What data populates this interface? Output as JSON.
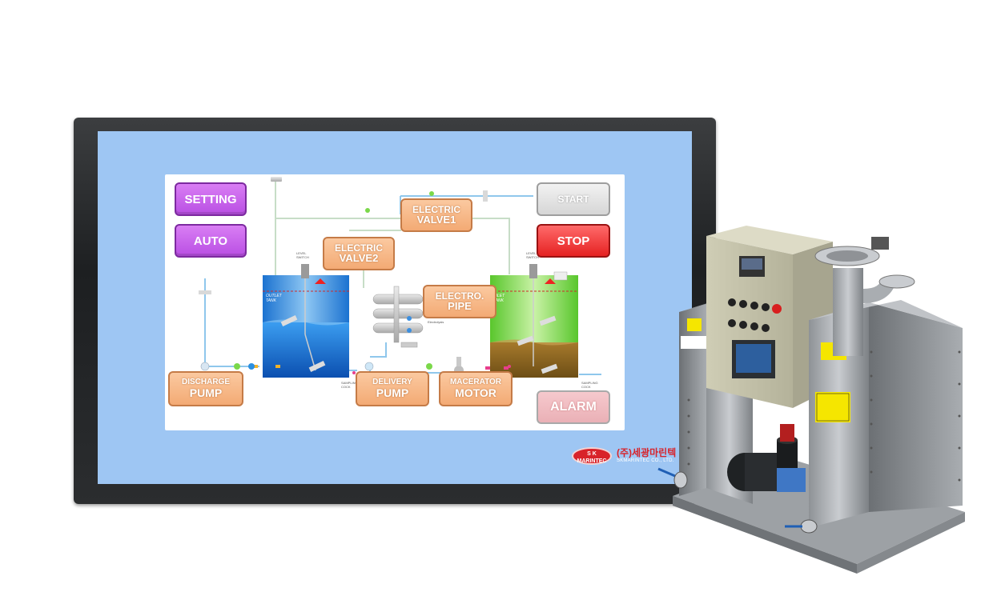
{
  "hmi": {
    "setting_label": "SETTING",
    "auto_label": "AUTO",
    "start_label": "START",
    "stop_label": "STOP",
    "alarm_label": "ALARM",
    "electric_valve1": {
      "line1": "ELECTRIC",
      "line2": "VALVE1"
    },
    "electric_valve2": {
      "line1": "ELECTRIC",
      "line2": "VALVE2"
    },
    "electro_pipe": {
      "line1": "ELECTRO.",
      "line2": "PIPE"
    },
    "discharge_pump": {
      "line1": "DISCHARGE",
      "line2": "PUMP"
    },
    "delivery_pump": {
      "line1": "DELIVERY",
      "line2": "PUMP"
    },
    "macerator_motor": {
      "line1": "MACERATOR",
      "line2": "MOTOR"
    },
    "outlet_tank": {
      "line1": "OUTLET",
      "line2": "TANK"
    },
    "inlet_tank": {
      "line1": "INLET",
      "line2": "TANK"
    },
    "level_switch_left": {
      "line1": "LEVEL",
      "line2": "SWITCH"
    },
    "level_switch_right": {
      "line1": "LEVEL",
      "line2": "SWITCH"
    },
    "sampling_cock_left": {
      "line1": "SAMPLING",
      "line2": "COCK"
    },
    "sampling_cock_right": {
      "line1": "SAMPLING",
      "line2": "COCK"
    },
    "electrolysis_label": "Electrolysis"
  },
  "logo": {
    "badge_line1": "S K",
    "badge_line2": "MARINTEC",
    "korean_name": "(주)세광마린텍",
    "english_name": "SKMARINTEC CO., LTD."
  },
  "colors": {
    "screen_bg": "#9ec6f3",
    "purple_button": "#c565ea",
    "stop_button": "#f03a3a",
    "peach_label": "#f6b887",
    "outlet_tank": "#2a8be0",
    "inlet_tank": "#7fd64a"
  }
}
